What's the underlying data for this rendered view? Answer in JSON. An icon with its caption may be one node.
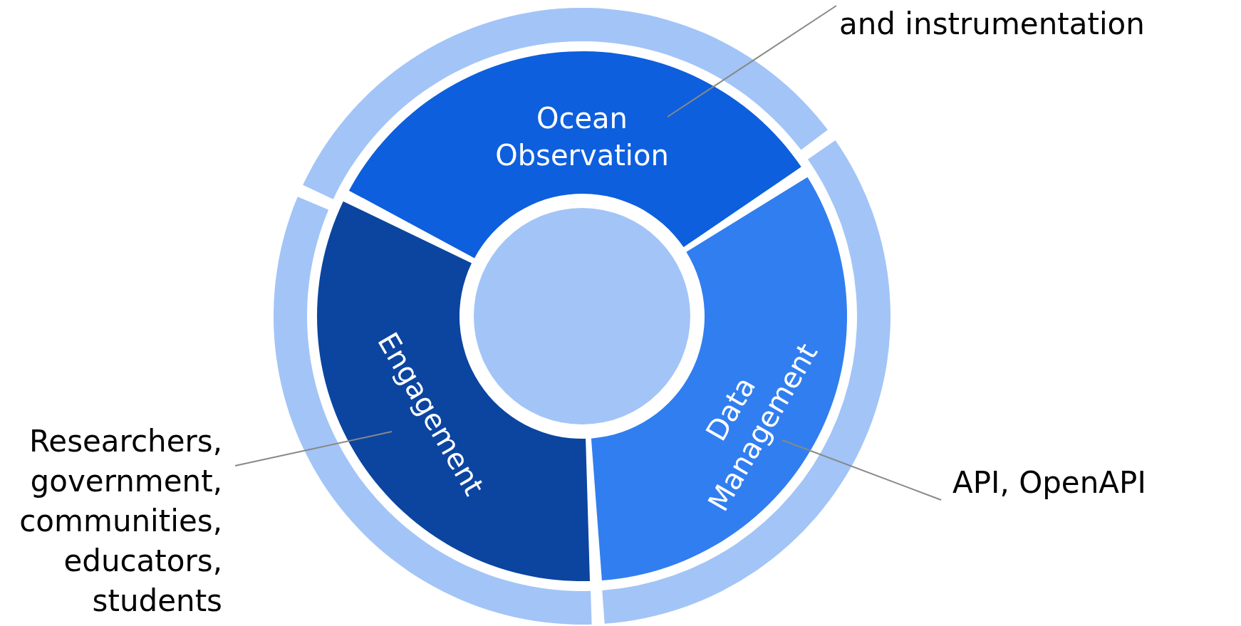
{
  "diagram": {
    "nodes": [
      {
        "text": [
          "Ocean Observation"
        ]
      },
      {
        "text": [
          "Engagement"
        ]
      },
      {
        "text": [
          "Data Management"
        ]
      },
      {
        "text": [
          "and instrumentation"
        ]
      },
      {
        "text": [
          "Researchers, government, communities, educators, students"
        ]
      },
      {
        "text": [
          "API, OpenAPI"
        ]
      },
      {
        "text": [],
        "shape": "circle"
      }
    ],
    "edges": [
      {
        "from": 3,
        "to": 0,
        "arrow": "none"
      },
      {
        "from": 4,
        "to": 1,
        "arrow": "none"
      },
      {
        "from": 5,
        "to": 2,
        "arrow": "none"
      }
    ]
  }
}
